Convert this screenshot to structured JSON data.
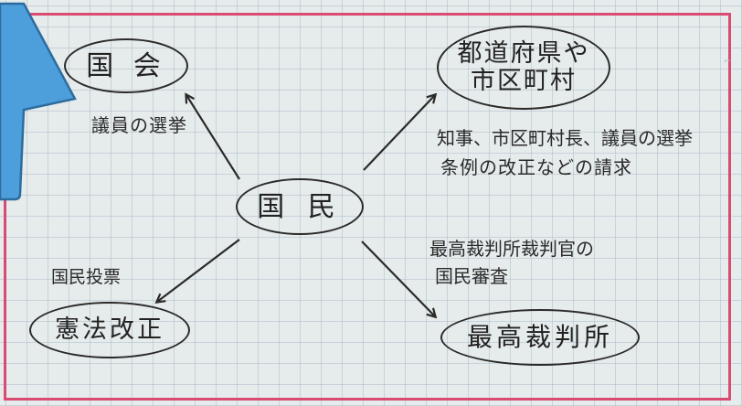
{
  "colors": {
    "frame": "#d94b72",
    "grid": "#aabbd0",
    "paper": "#e6ebec",
    "ink": "#2a2a2a",
    "callout_fill": "#4d9fdc",
    "callout_stroke": "#2d6c9e"
  },
  "nodes": {
    "kokkai": "国 会",
    "local_line1": "都道府県や",
    "local_line2": "市区町村",
    "kokumin": "国 民",
    "kenpo": "憲法改正",
    "court": "最高裁判所"
  },
  "notes": {
    "kokkai": "議員の選挙",
    "local_line1": "知事、市区町村長、議員の選挙",
    "local_line2": "条例の改正などの請求",
    "kenpo": "国民投票",
    "court_line1": "最高裁判所裁判官の",
    "court_line2": "国民審査"
  }
}
